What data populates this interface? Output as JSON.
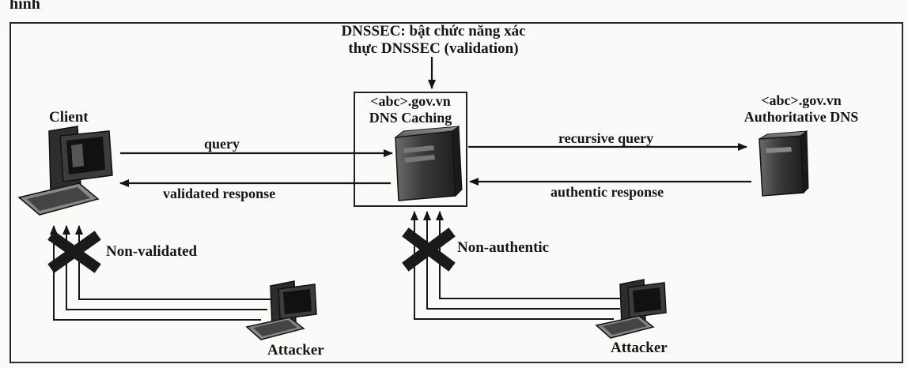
{
  "header_fragment": "hình",
  "top_note": {
    "line1": "DNSSEC: bật chức năng xác",
    "line2": "thực DNSSEC (validation)"
  },
  "nodes": {
    "client": {
      "label": "Client"
    },
    "caching": {
      "line1": "<abc>.gov.vn",
      "line2": "DNS Caching"
    },
    "authoritative": {
      "line1": "<abc>.gov.vn",
      "line2": "Authoritative DNS"
    },
    "attacker_left": {
      "label": "Attacker"
    },
    "attacker_right": {
      "label": "Attacker"
    }
  },
  "edges": {
    "query": "query",
    "validated_response": "validated response",
    "recursive_query": "recursive query",
    "authentic_response": "authentic response"
  },
  "blocked": {
    "left": "Non-validated",
    "right": "Non-authentic"
  },
  "colors": {
    "ink": "#151515",
    "blocked_mark": "#1a1a1a",
    "server_body": "#3a3a3a"
  }
}
